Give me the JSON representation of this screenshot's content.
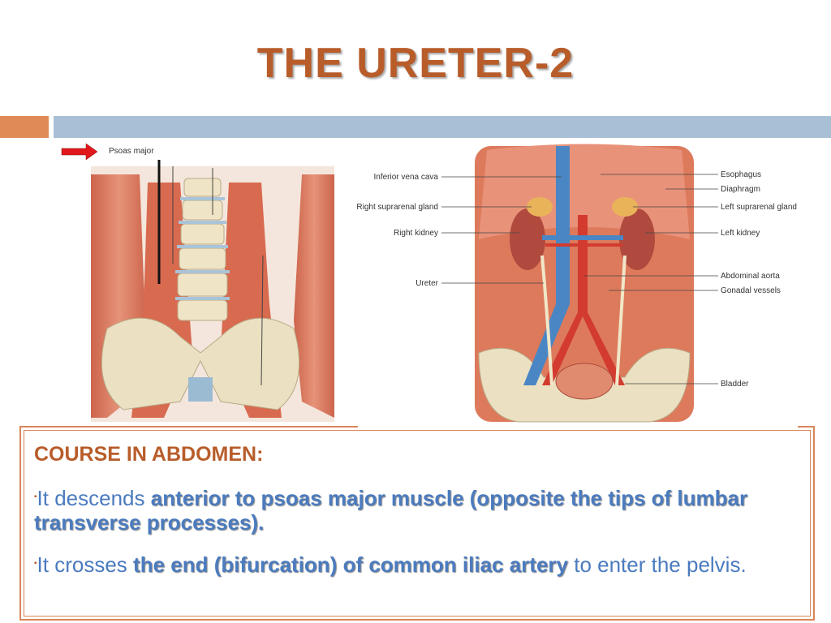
{
  "slide": {
    "title": "THE URETER-2"
  },
  "figure_left": {
    "label": "Psoas major"
  },
  "figure_right": {
    "labels": {
      "ivc": "Inferior vena cava",
      "right_suprarenal": "Right suprarenal gland",
      "right_kidney": "Right kidney",
      "ureter": "Ureter",
      "esophagus": "Esophagus",
      "diaphragm": "Diaphragm",
      "left_suprarenal": "Left suprarenal gland",
      "left_kidney": "Left kidney",
      "aorta": "Abdominal aorta",
      "gonadal": "Gonadal vessels",
      "bladder": "Bladder"
    }
  },
  "content": {
    "heading": "COURSE IN ABDOMEN:",
    "bullet_marker": "▪",
    "bullet1": {
      "plain": "It descends ",
      "emphasis": "anterior to psoas major muscle (opposite the tips of lumbar transverse processes)."
    },
    "bullet2": {
      "plain": "It crosses ",
      "emphasis": "the end (bifurcation) of common iliac artery",
      "tail": " to enter the pelvis."
    }
  },
  "colors": {
    "title": "#b85c2a",
    "accent_bar": "#e08a58",
    "header_bar": "#a9bfd6",
    "body_text": "#4b7bbf",
    "frame": "#d9865a"
  }
}
